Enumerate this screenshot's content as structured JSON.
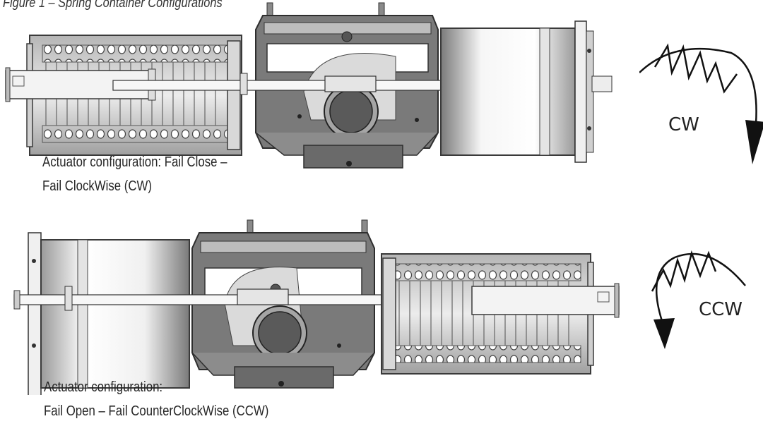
{
  "figure": {
    "title": "Figure 1 – Spring Container Configurations"
  },
  "top_configuration": {
    "caption_line1": "Actuator configuration: Fail Close –",
    "caption_line2": "Fail ClockWise (CW)",
    "rotation_label": "CW"
  },
  "bottom_configuration": {
    "caption_line1": "Actuator configuration:",
    "caption_line2": "Fail Open – Fail CounterClockWise (CCW)",
    "rotation_label": "CCW"
  },
  "colors": {
    "outline": "#3a3a3a",
    "housing_dark": "#6f6f6f",
    "housing_light": "#bdbdbd",
    "cylinder_light": "#f2f2f2",
    "cylinder_dark": "#8c8c8c",
    "spring": "#555555",
    "rod": "#e6e6e6"
  },
  "icons": [
    "clockwise-arrow-icon",
    "counterclockwise-arrow-icon"
  ]
}
